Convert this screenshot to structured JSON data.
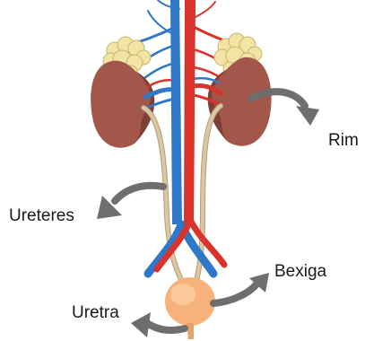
{
  "diagram": {
    "labels": {
      "rim": "Rim",
      "ureteres": "Ureteres",
      "bexiga": "Bexiga",
      "uretra": "Uretra"
    },
    "colors": {
      "kidney": "#a2574a",
      "kidney_shadow": "#7e4034",
      "adrenal_gland": "#f2e4a4",
      "artery": "#d9342b",
      "vein": "#2f78c9",
      "ureter": "#d8c6a4",
      "bladder": "#f6b27a",
      "arrow": "#6e6e6e"
    }
  }
}
